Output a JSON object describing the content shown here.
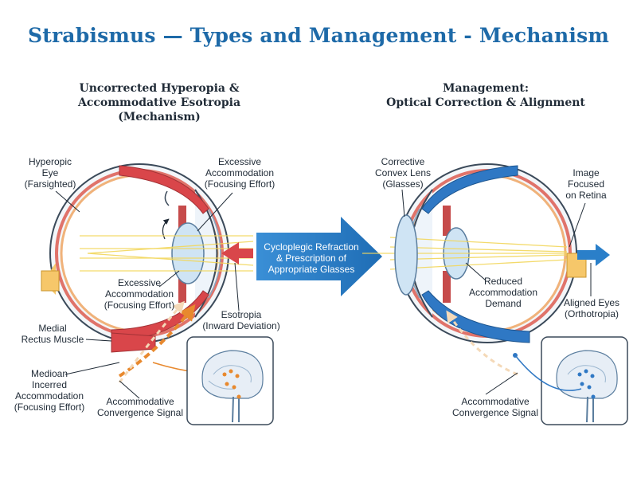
{
  "title": "Strabismus — Types and Management - Mechanism",
  "left_panel": {
    "heading": [
      "Uncorrected Hyperopia &",
      "Accommodative Esotropia",
      "(Mechanism)"
    ],
    "labels": {
      "hyperopic_eye": [
        "Hyperopic",
        "Eye",
        "(Farsighted)"
      ],
      "excessive_accommodation_top": [
        "Excessive",
        "Accommodation",
        "(Focusing Effort)"
      ],
      "excessive_accommodation_inner": [
        "Excessive",
        "Accommodation",
        "(Focusing Effort)"
      ],
      "esotropia": [
        "Esotropia",
        "(Inward Deviation)"
      ],
      "medial_rectus": [
        "Medial",
        "Rectus Muscle"
      ],
      "mediosa_incerred": [
        "Medioan",
        "Incerred",
        "Accommodation",
        "(Focusing Effort)"
      ],
      "convergence_signal": [
        "Accommodative",
        "Convergence Signal"
      ]
    }
  },
  "center_arrow": {
    "lines": [
      "Cycloplegic Refraction",
      "& Prescription of",
      "Appropriate Glasses"
    ]
  },
  "right_panel": {
    "heading": [
      "Management:",
      "Optical Correction & Alignment"
    ],
    "labels": {
      "corrective_lens": [
        "Corrective",
        "Convex Lens",
        "(Glasses)"
      ],
      "image_focused": [
        "Image",
        "Focused",
        "on Retina"
      ],
      "reduced_accommodation": [
        "Reduced",
        "Accommodation",
        "Demand"
      ],
      "aligned_eyes": [
        "Aligned Eyes",
        "(Orthotropia)"
      ],
      "convergence_signal": [
        "Accommodative",
        "Convergence Signal"
      ]
    }
  },
  "colors": {
    "title": "#1e6aa8",
    "muscle_red": "#d9464a",
    "muscle_blue": "#2f78c4",
    "arrow_blue": "#2a7fc9",
    "signal_orange": "#e8892e",
    "lens": "#cfe4f4",
    "light_ray": "#f2d75c"
  }
}
